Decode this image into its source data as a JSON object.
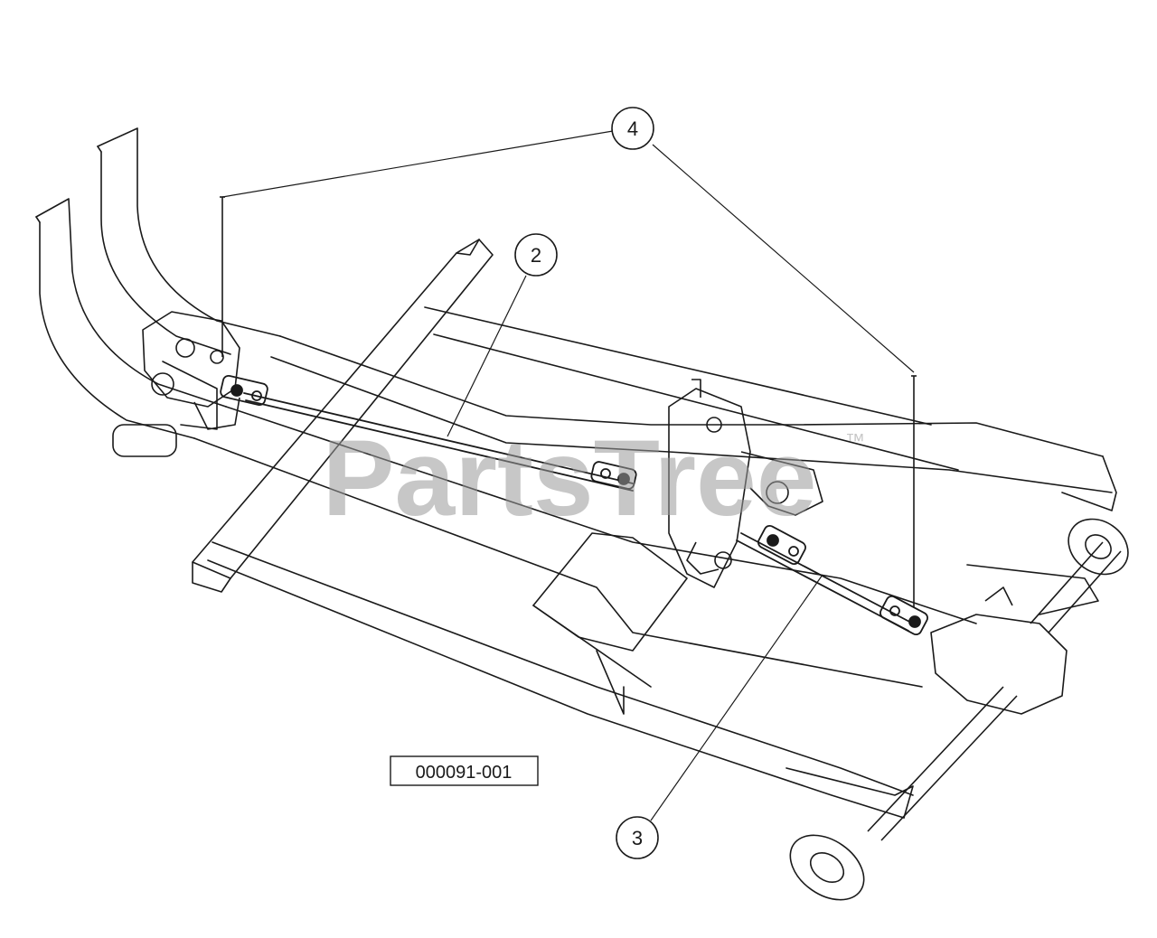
{
  "callouts": [
    {
      "id": "callout-4",
      "label": "4"
    },
    {
      "id": "callout-2",
      "label": "2"
    },
    {
      "id": "callout-3",
      "label": "3"
    }
  ],
  "figure_code": "000091-001",
  "watermark": "PartsTree",
  "trademark": "™",
  "colors": {
    "line": "#1a1a1a",
    "watermark": "#9a9a9a",
    "background": "#ffffff"
  }
}
